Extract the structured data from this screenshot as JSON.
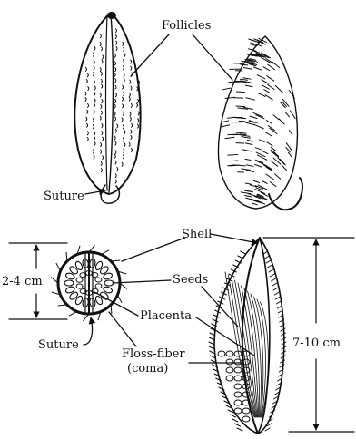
{
  "labels": {
    "follicles": "Follicles",
    "suture_top": "Suture",
    "shell": "Shell",
    "seeds": "Seeds",
    "placenta": "Placenta",
    "suture_bottom": "Suture",
    "floss_fiber": "Floss-fiber",
    "coma": "(coma)",
    "width_dim": "2-4  cm",
    "length_dim": "7-10  cm"
  },
  "palette": {
    "ink": "#111111",
    "paper": "#ffffff"
  }
}
